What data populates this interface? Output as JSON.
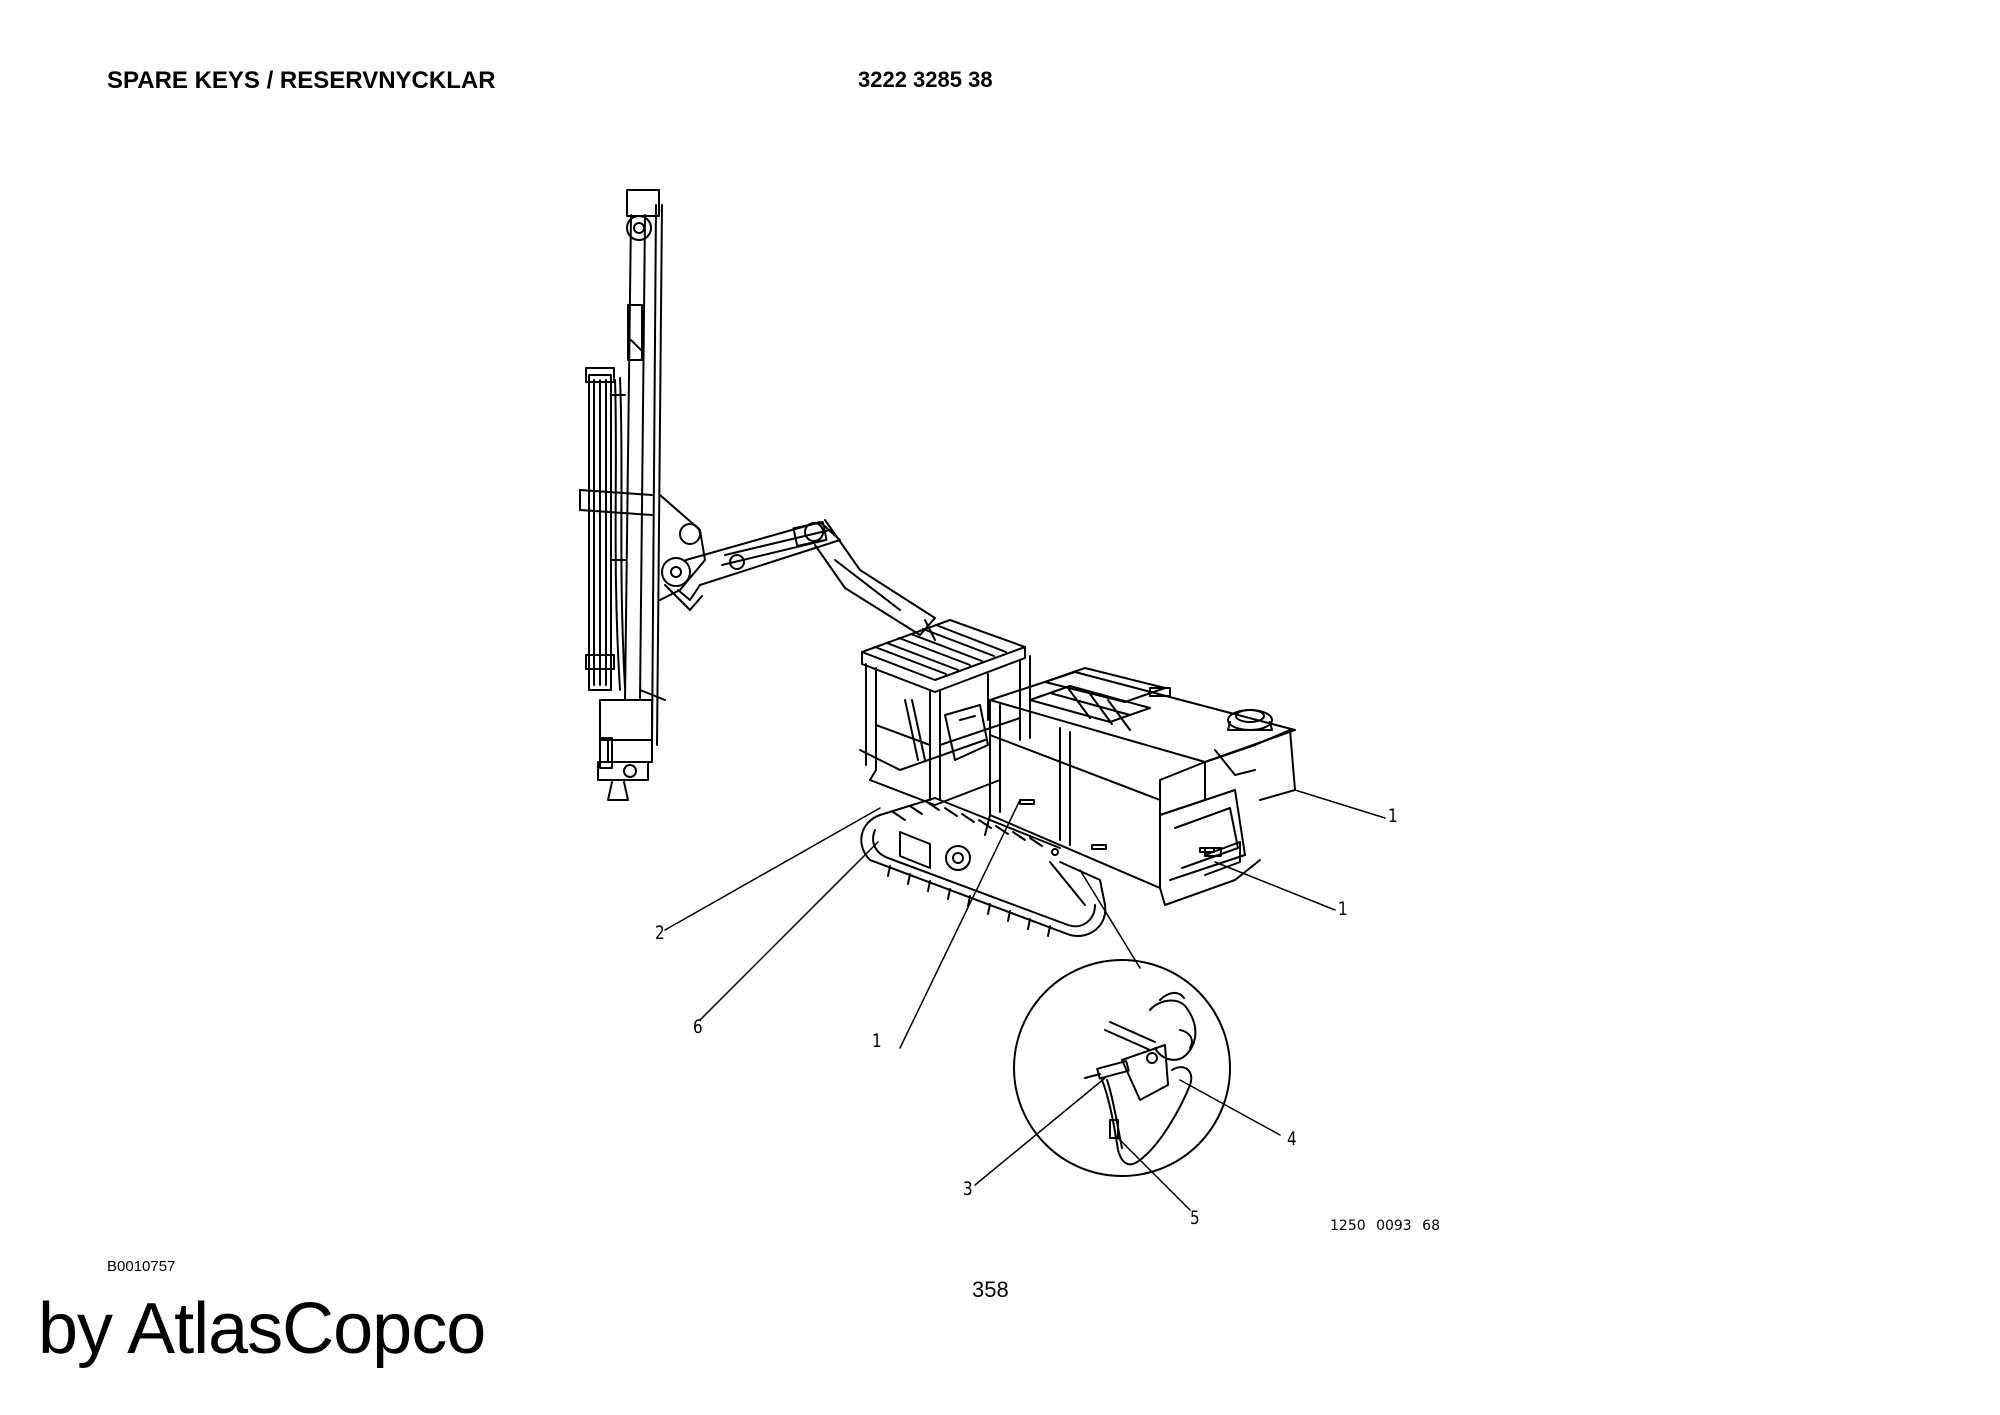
{
  "header": {
    "title": "SPARE KEYS / RESERVNYCKLAR",
    "part_number": "3222 3285 38"
  },
  "callouts": {
    "c1_right_upper": "1",
    "c1_right_lower": "1",
    "c1_bottom": "1",
    "c2": "2",
    "c3": "3",
    "c4": "4",
    "c5": "5",
    "c6": "6"
  },
  "drawing_reference": "1250 0093 68",
  "document_reference": "B0010757",
  "page_number": "358",
  "brand": "by AtlasCopco"
}
